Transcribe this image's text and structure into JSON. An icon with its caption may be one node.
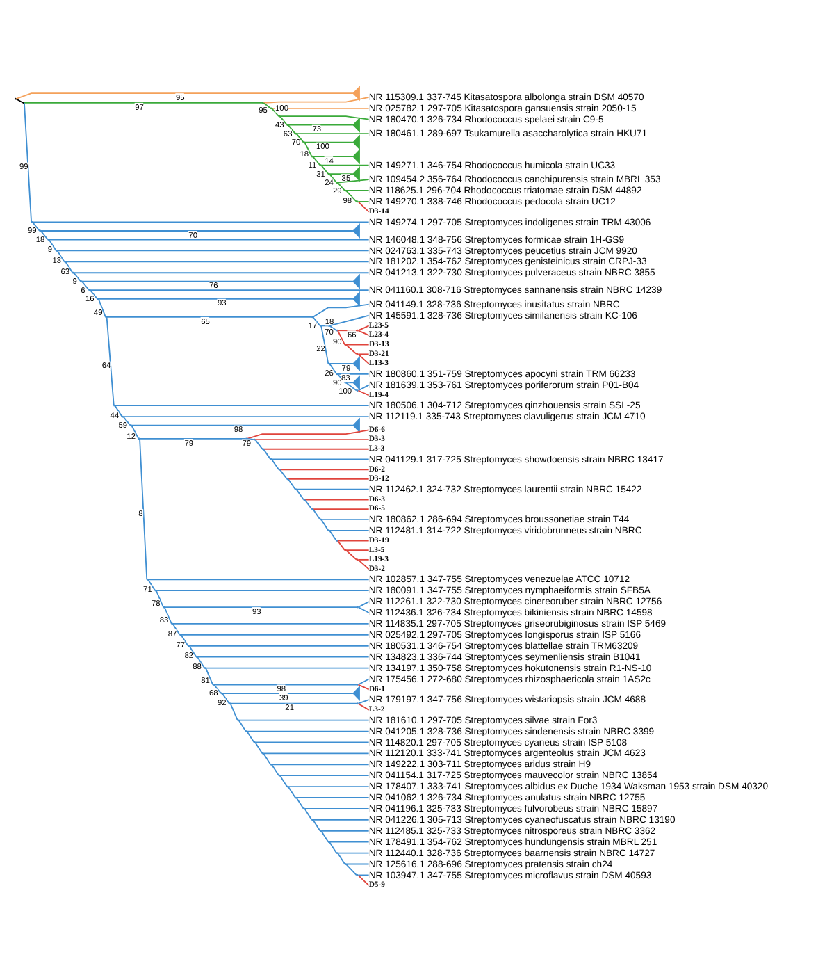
{
  "diagram": {
    "nodes": [
      {
        "text": [],
        "shape": "point"
      },
      {
        "text": [],
        "shape": "triangle"
      },
      {
        "text": [],
        "shape": "point"
      },
      {
        "text": [],
        "shape": "point"
      },
      {
        "text": [
          "NR 115309.1 337-745 Kitasatospora albolonga strain DSM 40570"
        ]
      },
      {
        "text": [],
        "shape": "point"
      },
      {
        "text": [
          "NR 025782.1 297-705 Kitasatospora gansuensis strain 2050-15"
        ]
      },
      {
        "text": [],
        "shape": "point"
      },
      {
        "text": [
          "NR 180470.1 326-734 Rhodococcus spelaei strain C9-5"
        ]
      },
      {
        "text": [],
        "shape": "point"
      },
      {
        "text": [],
        "shape": "triangle"
      },
      {
        "text": [],
        "shape": "point"
      },
      {
        "text": [
          "NR 180461.1 289-697 Tsukamurella asaccharolytica strain HKU71"
        ]
      },
      {
        "text": [],
        "shape": "point"
      },
      {
        "text": [],
        "shape": "triangle"
      },
      {
        "text": [],
        "shape": "point"
      },
      {
        "text": [],
        "shape": "triangle"
      },
      {
        "text": [],
        "shape": "point"
      },
      {
        "text": [
          "NR 149271.1 346-754 Rhodococcus humicola strain UC33"
        ]
      },
      {
        "text": [],
        "shape": "point"
      },
      {
        "text": [],
        "shape": "triangle"
      },
      {
        "text": [],
        "shape": "point"
      },
      {
        "text": [
          "NR 109454.2 356-764 Rhodococcus canchipurensis strain MBRL 353"
        ]
      },
      {
        "text": [],
        "shape": "point"
      },
      {
        "text": [
          "NR 118625.1 296-704 Rhodococcus triatomae strain DSM 44892"
        ]
      },
      {
        "text": [],
        "shape": "point"
      },
      {
        "text": [
          "NR 149270.1 338-746 Rhodococcus pedocola strain UC12"
        ]
      },
      {
        "text": [
          "D3-14"
        ]
      },
      {
        "text": [],
        "shape": "point"
      },
      {
        "text": [
          "NR 149274.1 297-705 Streptomyces indoligenes strain TRM 43006"
        ]
      },
      {
        "text": [],
        "shape": "point"
      },
      {
        "text": [],
        "shape": "triangle"
      },
      {
        "text": [],
        "shape": "point"
      },
      {
        "text": [
          "NR 146048.1 348-756 Streptomyces formicae strain 1H-GS9"
        ]
      },
      {
        "text": [],
        "shape": "point"
      },
      {
        "text": [
          "NR 024763.1 335-743 Streptomyces peucetius strain JCM 9920"
        ]
      },
      {
        "text": [],
        "shape": "point"
      },
      {
        "text": [
          "NR 181202.1 354-762 Streptomyces genisteinicus strain CRPJ-33"
        ]
      },
      {
        "text": [],
        "shape": "point"
      },
      {
        "text": [
          "NR 041213.1 322-730 Streptomyces pulveraceus strain NBRC 3855"
        ]
      },
      {
        "text": [],
        "shape": "point"
      },
      {
        "text": [],
        "shape": "triangle"
      },
      {
        "text": [],
        "shape": "point"
      },
      {
        "text": [
          "NR 041160.1 308-716 Streptomyces sannanensis strain NBRC 14239"
        ]
      },
      {
        "text": [],
        "shape": "point"
      },
      {
        "text": [],
        "shape": "triangle"
      },
      {
        "text": [],
        "shape": "point"
      },
      {
        "text": [],
        "shape": "point"
      },
      {
        "text": [
          "NR 041149.1 328-736 Streptomyces inusitatus strain NBRC"
        ]
      },
      {
        "text": [],
        "shape": "point"
      },
      {
        "text": [],
        "shape": "point"
      },
      {
        "text": [
          "NR 145591.1 328-736 Streptomyces similanensis strain KC-106"
        ]
      },
      {
        "text": [],
        "shape": "point"
      },
      {
        "text": [],
        "shape": "point"
      },
      {
        "text": [
          "L23-5"
        ]
      },
      {
        "text": [
          "L23-4"
        ]
      },
      {
        "text": [],
        "shape": "point"
      },
      {
        "text": [
          "D3-13"
        ]
      },
      {
        "text": [],
        "shape": "point"
      },
      {
        "text": [
          "D3-21"
        ]
      },
      {
        "text": [
          "L13-3"
        ]
      },
      {
        "text": [],
        "shape": "point"
      },
      {
        "text": [],
        "shape": "triangle"
      },
      {
        "text": [],
        "shape": "point"
      },
      {
        "text": [
          "NR 180860.1 351-759 Streptomyces apocyni strain TRM 66233"
        ]
      },
      {
        "text": [],
        "shape": "point"
      },
      {
        "text": [],
        "shape": "triangle"
      },
      {
        "text": [],
        "shape": "point"
      },
      {
        "text": [
          "NR 181639.1 353-761 Streptomyces poriferorum strain P01-B04"
        ]
      },
      {
        "text": [
          "L19-4"
        ]
      },
      {
        "text": [],
        "shape": "point"
      },
      {
        "text": [
          "NR 180506.1 304-712 Streptomyces qinzhouensis strain SSL-25"
        ]
      },
      {
        "text": [],
        "shape": "point"
      },
      {
        "text": [
          "NR 112119.1 335-743 Streptomyces clavuligerus strain JCM 4710"
        ]
      },
      {
        "text": [],
        "shape": "point"
      },
      {
        "text": [],
        "shape": "triangle"
      },
      {
        "text": [],
        "shape": "point"
      },
      {
        "text": [],
        "shape": "point"
      },
      {
        "text": [
          "D6-6"
        ]
      },
      {
        "text": [],
        "shape": "point"
      },
      {
        "text": [
          "D3-3"
        ]
      },
      {
        "text": [],
        "shape": "point"
      },
      {
        "text": [
          "L3-3"
        ]
      },
      {
        "text": [],
        "shape": "point"
      },
      {
        "text": [
          "NR 041129.1 317-725 Streptomyces showdoensis strain NBRC 13417"
        ]
      },
      {
        "text": [],
        "shape": "point"
      },
      {
        "text": [
          "D6-2"
        ]
      },
      {
        "text": [],
        "shape": "point"
      },
      {
        "text": [
          "D3-12"
        ]
      },
      {
        "text": [],
        "shape": "point"
      },
      {
        "text": [
          "NR 112462.1 324-732 Streptomyces laurentii strain NBRC 15422"
        ]
      },
      {
        "text": [],
        "shape": "point"
      },
      {
        "text": [
          "D6-3"
        ]
      },
      {
        "text": [],
        "shape": "point"
      },
      {
        "text": [
          "D6-5"
        ]
      },
      {
        "text": [],
        "shape": "point"
      },
      {
        "text": [
          "NR 180862.1 286-694 Streptomyces broussonetiae strain T44"
        ]
      },
      {
        "text": [],
        "shape": "point"
      },
      {
        "text": [
          "NR 112481.1 314-722 Streptomyces viridobrunneus strain NBRC"
        ]
      },
      {
        "text": [],
        "shape": "point"
      },
      {
        "text": [
          "D3-19"
        ]
      },
      {
        "text": [],
        "shape": "point"
      },
      {
        "text": [
          "L3-5"
        ]
      },
      {
        "text": [],
        "shape": "point"
      },
      {
        "text": [
          "L19-3"
        ]
      },
      {
        "text": [
          "D3-2"
        ]
      },
      {
        "text": [],
        "shape": "point"
      },
      {
        "text": [
          "NR 102857.1 347-755 Streptomyces venezuelae ATCC 10712"
        ]
      },
      {
        "text": [],
        "shape": "point"
      },
      {
        "text": [
          "NR 180091.1 347-755 Streptomyces nymphaeiformis strain SFB5A"
        ]
      },
      {
        "text": [],
        "shape": "point"
      },
      {
        "text": [],
        "shape": "point"
      },
      {
        "text": [
          "NR 112261.1 322-730 Streptomyces cinereoruber strain NBRC 12756"
        ]
      },
      {
        "text": [
          "NR 112436.1 326-734 Streptomyces bikiniensis strain NBRC 14598"
        ]
      },
      {
        "text": [],
        "shape": "point"
      },
      {
        "text": [
          "NR 114835.1 297-705 Streptomyces griseorubiginosus strain ISP 5469"
        ]
      },
      {
        "text": [],
        "shape": "point"
      },
      {
        "text": [
          "NR 025492.1 297-705 Streptomyces longisporus strain ISP 5166"
        ]
      },
      {
        "text": [],
        "shape": "point"
      },
      {
        "text": [
          "NR 180531.1 346-754 Streptomyces blattellae strain TRM63209"
        ]
      },
      {
        "text": [],
        "shape": "point"
      },
      {
        "text": [
          "NR 134823.1 336-744 Streptomyces seymenliensis strain B1041"
        ]
      },
      {
        "text": [],
        "shape": "point"
      },
      {
        "text": [
          "NR 134197.1 350-758 Streptomyces hokutonensis strain R1-NS-10"
        ]
      },
      {
        "text": [],
        "shape": "point"
      },
      {
        "text": [],
        "shape": "point"
      },
      {
        "text": [
          "NR 175456.1 272-680 Streptomyces rhizosphaericola strain 1AS2c"
        ]
      },
      {
        "text": [
          "D6-1"
        ]
      },
      {
        "text": [],
        "shape": "point"
      },
      {
        "text": [],
        "shape": "triangle"
      },
      {
        "text": [],
        "shape": "point"
      },
      {
        "text": [],
        "shape": "point"
      },
      {
        "text": [
          "NR 179197.1 347-756 Streptomyces wistariopsis strain JCM 4688"
        ]
      },
      {
        "text": [
          "L3-2"
        ]
      },
      {
        "text": [],
        "shape": "point"
      },
      {
        "text": [
          "NR 181610.1 297-705 Streptomyces silvae strain For3"
        ]
      },
      {
        "text": [],
        "shape": "point"
      },
      {
        "text": [
          "NR 041205.1 328-736 Streptomyces sindenensis strain NBRC 3399"
        ]
      },
      {
        "text": [],
        "shape": "point"
      },
      {
        "text": [
          "NR 114820.1 297-705 Streptomyces cyaneus strain ISP 5108"
        ]
      },
      {
        "text": [],
        "shape": "point"
      },
      {
        "text": [
          "NR 112120.1 333-741 Streptomyces argenteolus strain JCM 4623"
        ]
      },
      {
        "text": [],
        "shape": "point"
      },
      {
        "text": [
          "NR 149222.1 303-711 Streptomyces aridus strain H9"
        ]
      },
      {
        "text": [],
        "shape": "point"
      },
      {
        "text": [
          "NR 041154.1 317-725 Streptomyces mauvecolor strain NBRC 13854"
        ]
      },
      {
        "text": [],
        "shape": "point"
      },
      {
        "text": [
          "NR 178407.1 333-741 Streptomyces albidus ex Duche 1934 Waksman 1953 strain DSM 40320"
        ]
      },
      {
        "text": [],
        "shape": "point"
      },
      {
        "text": [
          "NR 041062.1 326-734 Streptomyces anulatus strain NBRC 12755"
        ]
      },
      {
        "text": [],
        "shape": "point"
      },
      {
        "text": [
          "NR 041196.1 325-733 Streptomyces fulvorobeus strain NBRC 15897"
        ]
      },
      {
        "text": [],
        "shape": "point"
      },
      {
        "text": [
          "NR 041226.1 305-713 Streptomyces cyaneofuscatus strain NBRC 13190"
        ]
      },
      {
        "text": [],
        "shape": "point"
      },
      {
        "text": [
          "NR 112485.1 325-733 Streptomyces nitrosporeus strain NBRC 3362"
        ]
      },
      {
        "text": [],
        "shape": "point"
      },
      {
        "text": [
          "NR 178491.1 354-762 Streptomyces hundungensis strain MBRL 251"
        ]
      },
      {
        "text": [],
        "shape": "point"
      },
      {
        "text": [
          "NR 112440.1 328-736 Streptomyces baarnensis strain NBRC 14727"
        ]
      },
      {
        "text": [],
        "shape": "point"
      },
      {
        "text": [
          "NR 125616.1 288-696 Streptomyces pratensis strain ch24"
        ]
      },
      {
        "text": [],
        "shape": "point"
      },
      {
        "text": [
          "NR 103947.1 347-755 Streptomyces microflavus strain DSM 40593"
        ]
      },
      {
        "text": [
          "D5-9"
        ]
      }
    ],
    "edges": [
      {
        "from": 0,
        "to": 1,
        "arrow": "none",
        "label": "95",
        "color": "#f4a15a"
      },
      {
        "from": 0,
        "to": 2,
        "arrow": "none",
        "color": "#000000"
      },
      {
        "from": 2,
        "to": 3,
        "arrow": "none",
        "label": "97",
        "color": "#3aaa3a"
      },
      {
        "from": 3,
        "to": 4,
        "arrow": "none",
        "color": "#f4a15a"
      },
      {
        "from": 3,
        "to": 5,
        "arrow": "none",
        "label": "95",
        "color": "#3aaa3a"
      },
      {
        "from": 5,
        "to": 6,
        "arrow": "none",
        "color": "#f4a15a"
      },
      {
        "from": 5,
        "to": 7,
        "arrow": "none",
        "label": "100",
        "color": "#3aaa3a"
      },
      {
        "from": 7,
        "to": 8,
        "arrow": "none",
        "color": "#3aaa3a"
      },
      {
        "from": 7,
        "to": 9,
        "arrow": "none",
        "label": "43",
        "color": "#3aaa3a"
      },
      {
        "from": 9,
        "to": 10,
        "arrow": "none",
        "label": "73",
        "color": "#3aaa3a"
      },
      {
        "from": 9,
        "to": 11,
        "arrow": "none",
        "label": "63",
        "color": "#3aaa3a"
      },
      {
        "from": 11,
        "to": 12,
        "arrow": "none",
        "color": "#3aaa3a"
      },
      {
        "from": 11,
        "to": 13,
        "arrow": "none",
        "label": "70",
        "color": "#3aaa3a"
      },
      {
        "from": 13,
        "to": 14,
        "arrow": "none",
        "label": "100",
        "color": "#3aaa3a"
      },
      {
        "from": 13,
        "to": 15,
        "arrow": "none",
        "label": "18",
        "color": "#3aaa3a"
      },
      {
        "from": 15,
        "to": 16,
        "arrow": "none",
        "label": "14",
        "color": "#3aaa3a"
      },
      {
        "from": 15,
        "to": 17,
        "arrow": "none",
        "label": "11",
        "color": "#3aaa3a"
      },
      {
        "from": 17,
        "to": 18,
        "arrow": "none",
        "color": "#3aaa3a"
      },
      {
        "from": 17,
        "to": 19,
        "arrow": "none",
        "label": "31",
        "color": "#3aaa3a"
      },
      {
        "from": 19,
        "to": 20,
        "arrow": "none",
        "label": "35",
        "color": "#3aaa3a"
      },
      {
        "from": 19,
        "to": 21,
        "arrow": "none",
        "label": "24",
        "color": "#3aaa3a"
      },
      {
        "from": 21,
        "to": 22,
        "arrow": "none",
        "color": "#3aaa3a"
      },
      {
        "from": 21,
        "to": 23,
        "arrow": "none",
        "label": "29",
        "color": "#3aaa3a"
      },
      {
        "from": 23,
        "to": 24,
        "arrow": "none",
        "color": "#3aaa3a"
      },
      {
        "from": 23,
        "to": 25,
        "arrow": "none",
        "label": "98",
        "color": "#3aaa3a"
      },
      {
        "from": 25,
        "to": 26,
        "arrow": "none",
        "color": "#3aaa3a"
      },
      {
        "from": 25,
        "to": 27,
        "arrow": "none",
        "color": "#e0443c"
      },
      {
        "from": 2,
        "to": 28,
        "arrow": "none",
        "label": "99"
      },
      {
        "from": 28,
        "to": 29,
        "arrow": "none"
      },
      {
        "from": 28,
        "to": 30,
        "arrow": "none",
        "label": "99"
      },
      {
        "from": 30,
        "to": 31,
        "arrow": "none",
        "label": "70"
      },
      {
        "from": 30,
        "to": 32,
        "arrow": "none",
        "label": "18"
      },
      {
        "from": 32,
        "to": 33,
        "arrow": "none"
      },
      {
        "from": 32,
        "to": 34,
        "arrow": "none",
        "label": "9"
      },
      {
        "from": 34,
        "to": 35,
        "arrow": "none"
      },
      {
        "from": 34,
        "to": 36,
        "arrow": "none",
        "label": "13"
      },
      {
        "from": 36,
        "to": 37,
        "arrow": "none"
      },
      {
        "from": 36,
        "to": 38,
        "arrow": "none",
        "label": "63"
      },
      {
        "from": 38,
        "to": 39,
        "arrow": "none"
      },
      {
        "from": 38,
        "to": 40,
        "arrow": "none",
        "label": "9"
      },
      {
        "from": 40,
        "to": 41,
        "arrow": "none",
        "label": "76"
      },
      {
        "from": 40,
        "to": 42,
        "arrow": "none",
        "label": "6"
      },
      {
        "from": 42,
        "to": 43,
        "arrow": "none"
      },
      {
        "from": 42,
        "to": 44,
        "arrow": "none",
        "label": "16"
      },
      {
        "from": 44,
        "to": 45,
        "arrow": "none",
        "label": "93"
      },
      {
        "from": 44,
        "to": 46,
        "arrow": "none",
        "label": "49"
      },
      {
        "from": 46,
        "to": 47,
        "arrow": "none",
        "label": "65"
      },
      {
        "from": 47,
        "to": 48,
        "arrow": "none"
      },
      {
        "from": 47,
        "to": 49,
        "arrow": "none",
        "label": "17"
      },
      {
        "from": 49,
        "to": 50,
        "arrow": "none",
        "label": "18"
      },
      {
        "from": 50,
        "to": 51,
        "arrow": "none"
      },
      {
        "from": 50,
        "to": 52,
        "arrow": "none",
        "label": "70"
      },
      {
        "from": 52,
        "to": 53,
        "arrow": "none",
        "label": "66",
        "color": "#e0443c"
      },
      {
        "from": 53,
        "to": 54,
        "arrow": "none",
        "color": "#e0443c"
      },
      {
        "from": 53,
        "to": 55,
        "arrow": "none",
        "color": "#e0443c"
      },
      {
        "from": 52,
        "to": 56,
        "arrow": "none",
        "label": "90",
        "color": "#e0443c"
      },
      {
        "from": 56,
        "to": 57,
        "arrow": "none",
        "color": "#e0443c"
      },
      {
        "from": 56,
        "to": 58,
        "arrow": "none",
        "color": "#e0443c"
      },
      {
        "from": 58,
        "to": 59,
        "arrow": "none",
        "color": "#e0443c"
      },
      {
        "from": 58,
        "to": 60,
        "arrow": "none",
        "color": "#e0443c"
      },
      {
        "from": 49,
        "to": 61,
        "arrow": "none",
        "label": "22"
      },
      {
        "from": 61,
        "to": 62,
        "arrow": "none",
        "label": "79"
      },
      {
        "from": 61,
        "to": 63,
        "arrow": "none",
        "label": "26"
      },
      {
        "from": 63,
        "to": 64,
        "arrow": "none"
      },
      {
        "from": 63,
        "to": 65,
        "arrow": "none",
        "label": "90"
      },
      {
        "from": 65,
        "to": 66,
        "arrow": "none",
        "label": "83"
      },
      {
        "from": 65,
        "to": 67,
        "arrow": "none",
        "label": "100"
      },
      {
        "from": 67,
        "to": 68,
        "arrow": "none"
      },
      {
        "from": 67,
        "to": 69,
        "arrow": "none",
        "color": "#e0443c"
      },
      {
        "from": 46,
        "to": 70,
        "arrow": "none",
        "label": "64"
      },
      {
        "from": 70,
        "to": 71,
        "arrow": "none"
      },
      {
        "from": 70,
        "to": 72,
        "arrow": "none",
        "label": "44"
      },
      {
        "from": 72,
        "to": 73,
        "arrow": "none"
      },
      {
        "from": 72,
        "to": 74,
        "arrow": "none",
        "label": "59"
      },
      {
        "from": 74,
        "to": 75,
        "arrow": "none",
        "label": "98"
      },
      {
        "from": 74,
        "to": 76,
        "arrow": "none",
        "label": "12"
      },
      {
        "from": 76,
        "to": 77,
        "arrow": "none",
        "label": "79"
      },
      {
        "from": 77,
        "to": 78,
        "arrow": "none",
        "color": "#e0443c"
      },
      {
        "from": 77,
        "to": 79,
        "arrow": "none",
        "label": "79"
      },
      {
        "from": 79,
        "to": 80,
        "arrow": "none",
        "color": "#e0443c"
      },
      {
        "from": 79,
        "to": 81,
        "arrow": "none"
      },
      {
        "from": 81,
        "to": 82,
        "arrow": "none",
        "color": "#e0443c"
      },
      {
        "from": 81,
        "to": 83,
        "arrow": "none"
      },
      {
        "from": 83,
        "to": 84,
        "arrow": "none"
      },
      {
        "from": 83,
        "to": 85,
        "arrow": "none"
      },
      {
        "from": 85,
        "to": 86,
        "arrow": "none",
        "color": "#e0443c"
      },
      {
        "from": 85,
        "to": 87,
        "arrow": "none"
      },
      {
        "from": 87,
        "to": 88,
        "arrow": "none",
        "color": "#e0443c"
      },
      {
        "from": 87,
        "to": 89,
        "arrow": "none"
      },
      {
        "from": 89,
        "to": 90,
        "arrow": "none"
      },
      {
        "from": 89,
        "to": 91,
        "arrow": "none"
      },
      {
        "from": 91,
        "to": 92,
        "arrow": "none",
        "color": "#e0443c"
      },
      {
        "from": 91,
        "to": 93,
        "arrow": "none"
      },
      {
        "from": 93,
        "to": 94,
        "arrow": "none",
        "color": "#e0443c"
      },
      {
        "from": 93,
        "to": 95,
        "arrow": "none"
      },
      {
        "from": 95,
        "to": 96,
        "arrow": "none"
      },
      {
        "from": 95,
        "to": 97,
        "arrow": "none"
      },
      {
        "from": 97,
        "to": 98,
        "arrow": "none"
      },
      {
        "from": 97,
        "to": 99,
        "arrow": "none"
      },
      {
        "from": 99,
        "to": 100,
        "arrow": "none",
        "color": "#e0443c"
      },
      {
        "from": 99,
        "to": 101,
        "arrow": "none",
        "color": "#e0443c"
      },
      {
        "from": 101,
        "to": 102,
        "arrow": "none",
        "color": "#e0443c"
      },
      {
        "from": 101,
        "to": 103,
        "arrow": "none",
        "color": "#e0443c"
      },
      {
        "from": 103,
        "to": 104,
        "arrow": "none",
        "color": "#e0443c"
      },
      {
        "from": 103,
        "to": 105,
        "arrow": "none",
        "color": "#e0443c"
      },
      {
        "from": 76,
        "to": 106,
        "arrow": "none",
        "label": "8"
      },
      {
        "from": 106,
        "to": 107,
        "arrow": "none"
      },
      {
        "from": 106,
        "to": 108,
        "arrow": "none",
        "label": "71"
      },
      {
        "from": 108,
        "to": 109,
        "arrow": "none"
      },
      {
        "from": 108,
        "to": 110,
        "arrow": "none",
        "label": "78"
      },
      {
        "from": 110,
        "to": 111,
        "arrow": "none",
        "label": "93"
      },
      {
        "from": 111,
        "to": 112,
        "arrow": "none"
      },
      {
        "from": 111,
        "to": 113,
        "arrow": "none"
      },
      {
        "from": 110,
        "to": 114,
        "arrow": "none",
        "label": "83"
      },
      {
        "from": 114,
        "to": 115,
        "arrow": "none"
      },
      {
        "from": 114,
        "to": 116,
        "arrow": "none",
        "label": "87"
      },
      {
        "from": 116,
        "to": 117,
        "arrow": "none"
      },
      {
        "from": 116,
        "to": 118,
        "arrow": "none",
        "label": "77"
      },
      {
        "from": 118,
        "to": 119,
        "arrow": "none"
      },
      {
        "from": 118,
        "to": 120,
        "arrow": "none",
        "label": "82"
      },
      {
        "from": 120,
        "to": 121,
        "arrow": "none"
      },
      {
        "from": 120,
        "to": 122,
        "arrow": "none",
        "label": "88"
      },
      {
        "from": 122,
        "to": 123,
        "arrow": "none"
      },
      {
        "from": 122,
        "to": 124,
        "arrow": "none",
        "label": "81"
      },
      {
        "from": 124,
        "to": 125,
        "arrow": "none",
        "label": "98"
      },
      {
        "from": 125,
        "to": 126,
        "arrow": "none"
      },
      {
        "from": 125,
        "to": 127,
        "arrow": "none",
        "color": "#e0443c"
      },
      {
        "from": 124,
        "to": 128,
        "arrow": "none",
        "label": "68"
      },
      {
        "from": 128,
        "to": 129,
        "arrow": "none",
        "label": "39"
      },
      {
        "from": 128,
        "to": 130,
        "arrow": "none",
        "label": "92"
      },
      {
        "from": 130,
        "to": 131,
        "arrow": "none",
        "label": "21"
      },
      {
        "from": 131,
        "to": 132,
        "arrow": "none"
      },
      {
        "from": 131,
        "to": 133,
        "arrow": "none",
        "color": "#e0443c"
      },
      {
        "from": 130,
        "to": 134,
        "arrow": "none"
      },
      {
        "from": 134,
        "to": 135,
        "arrow": "none"
      },
      {
        "from": 134,
        "to": 136,
        "arrow": "none"
      },
      {
        "from": 136,
        "to": 137,
        "arrow": "none"
      },
      {
        "from": 136,
        "to": 138,
        "arrow": "none"
      },
      {
        "from": 138,
        "to": 139,
        "arrow": "none"
      },
      {
        "from": 138,
        "to": 140,
        "arrow": "none"
      },
      {
        "from": 140,
        "to": 141,
        "arrow": "none"
      },
      {
        "from": 140,
        "to": 142,
        "arrow": "none"
      },
      {
        "from": 142,
        "to": 143,
        "arrow": "none"
      },
      {
        "from": 142,
        "to": 144,
        "arrow": "none"
      },
      {
        "from": 144,
        "to": 145,
        "arrow": "none"
      },
      {
        "from": 144,
        "to": 146,
        "arrow": "none"
      },
      {
        "from": 146,
        "to": 147,
        "arrow": "none"
      },
      {
        "from": 146,
        "to": 148,
        "arrow": "none"
      },
      {
        "from": 148,
        "to": 149,
        "arrow": "none"
      },
      {
        "from": 148,
        "to": 150,
        "arrow": "none"
      },
      {
        "from": 150,
        "to": 151,
        "arrow": "none"
      },
      {
        "from": 150,
        "to": 152,
        "arrow": "none"
      },
      {
        "from": 152,
        "to": 153,
        "arrow": "none"
      },
      {
        "from": 152,
        "to": 154,
        "arrow": "none"
      },
      {
        "from": 154,
        "to": 155,
        "arrow": "none"
      },
      {
        "from": 154,
        "to": 156,
        "arrow": "none"
      },
      {
        "from": 156,
        "to": 157,
        "arrow": "none"
      },
      {
        "from": 156,
        "to": 158,
        "arrow": "none"
      },
      {
        "from": 158,
        "to": 159,
        "arrow": "none"
      },
      {
        "from": 158,
        "to": 160,
        "arrow": "none"
      },
      {
        "from": 160,
        "to": 161,
        "arrow": "none"
      },
      {
        "from": 160,
        "to": 162,
        "arrow": "none"
      },
      {
        "from": 162,
        "to": 163,
        "arrow": "none"
      },
      {
        "from": 162,
        "to": 164,
        "arrow": "none",
        "color": "#e0443c"
      }
    ]
  }
}
